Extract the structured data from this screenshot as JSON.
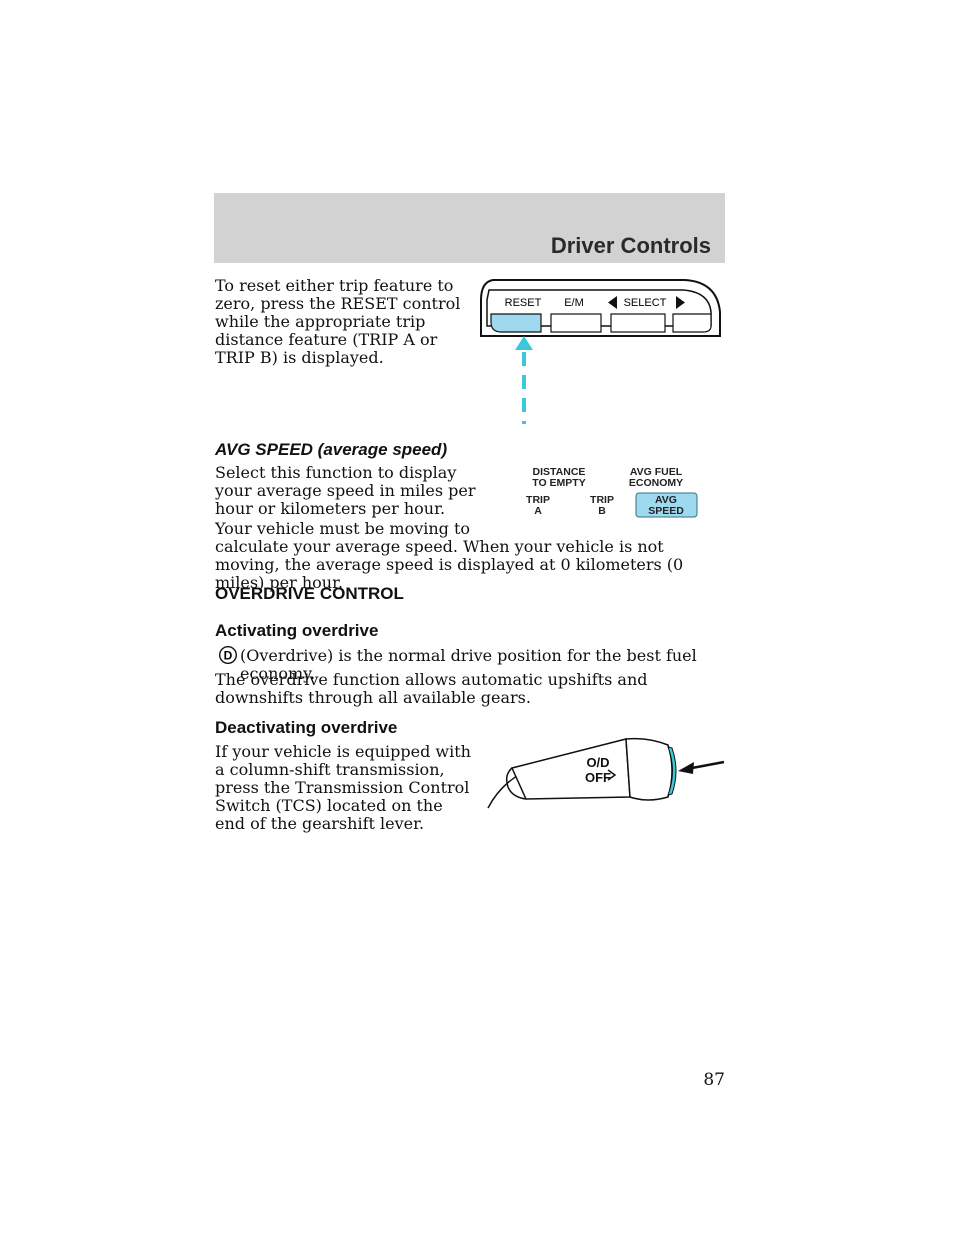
{
  "header": {
    "section_title": "Driver Controls"
  },
  "trip_reset": {
    "text": "To reset either trip feature to zero, press the RESET control while the appropriate trip distance feature (TRIP A or TRIP B) is displayed."
  },
  "reset_figure": {
    "reset_label": "RESET",
    "em_label": "E/M",
    "select_label": "SELECT",
    "colors": {
      "highlight": "#9fd9ef",
      "arrow": "#3cc8dc"
    }
  },
  "avg_speed": {
    "heading": "AVG SPEED (average speed)",
    "para1": "Select this function to display your average speed in miles per hour or kilometers per hour.",
    "para2_line1": "Your vehicle must be moving to",
    "para2_rest": "calculate your average speed. When your vehicle is not moving, the average speed is displayed at 0 kilometers (0 miles) per hour."
  },
  "display_figure": {
    "distance_to_empty": [
      "DISTANCE",
      "TO EMPTY"
    ],
    "avg_fuel_economy": [
      "AVG FUEL",
      "ECONOMY"
    ],
    "trip_a": [
      "TRIP",
      "A"
    ],
    "trip_b": [
      "TRIP",
      "B"
    ],
    "avg_speed": [
      "AVG",
      "SPEED"
    ],
    "colors": {
      "highlight": "#9fd9ef"
    }
  },
  "overdrive": {
    "heading": "OVERDRIVE CONTROL",
    "activating_heading": "Activating overdrive",
    "activating_text": "(Overdrive) is the normal drive position for the best fuel economy.",
    "od_symbol": "D",
    "function_text": "The overdrive function allows automatic upshifts and downshifts through all available gears.",
    "deactivating_heading": "Deactivating overdrive",
    "deactivating_text": "If your vehicle is equipped with a column-shift transmission, press the Transmission Control Switch (TCS) located on the end of the gearshift lever."
  },
  "lever_figure": {
    "od_label": "O/D",
    "off_label": "OFF",
    "colors": {
      "button": "#3cc8dc"
    }
  },
  "page_number": "87"
}
